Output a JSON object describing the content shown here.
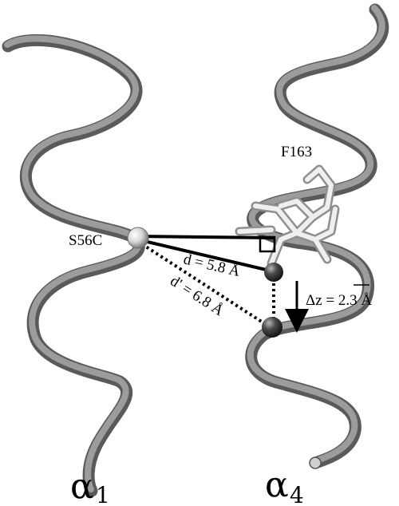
{
  "diagram": {
    "helix_left_label": "α",
    "helix_left_subscript": "1",
    "helix_right_label": "α",
    "helix_right_subscript": "4",
    "residue_left": "S56C",
    "residue_right": "F163",
    "distance_d": "d = 5.8 Å",
    "distance_d_prime": "d' = 6.8 Å",
    "delta_z": "Δz = 2.3 Å"
  }
}
